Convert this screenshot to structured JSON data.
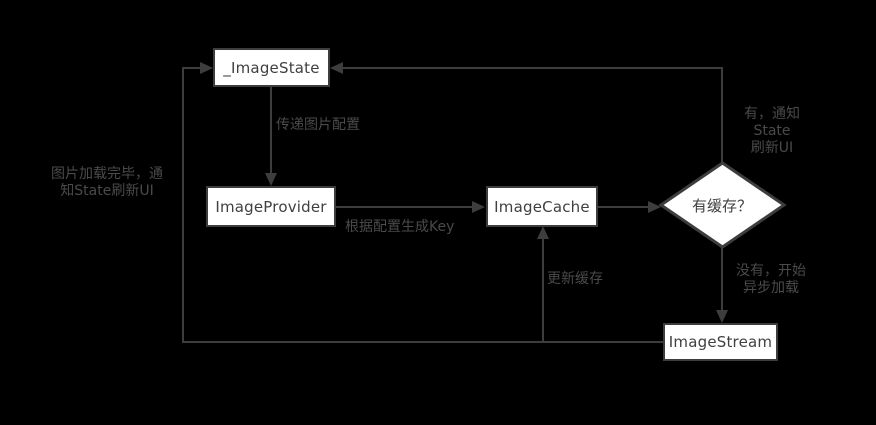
{
  "diagram": {
    "title_semantic": "Flutter image loading flowchart",
    "colors": {
      "background": "#000000",
      "line": "#3d3d3d",
      "node_fill": "#ffffff",
      "node_text": "#404040",
      "label_text": "#4a4a4a"
    },
    "nodes": {
      "image_state": {
        "label": "_ImageState",
        "shape": "rect"
      },
      "image_provider": {
        "label": "ImageProvider",
        "shape": "rect"
      },
      "image_cache": {
        "label": "ImageCache",
        "shape": "rect"
      },
      "has_cache": {
        "label": "有缓存？",
        "shape": "diamond"
      },
      "image_stream": {
        "label": "ImageStream",
        "shape": "rect"
      }
    },
    "edge_labels": {
      "pass_image_config": "传递图片配置",
      "generate_key_from_config": "根据配置生成Key",
      "yes_notify_state_refresh_ui": "有，通知State\n刷新UI",
      "no_start_async_load": "没有，开始\n异步加载",
      "update_cache": "更新缓存",
      "load_complete_notify_state": "图片加载完毕，通\n知State刷新UI"
    }
  }
}
